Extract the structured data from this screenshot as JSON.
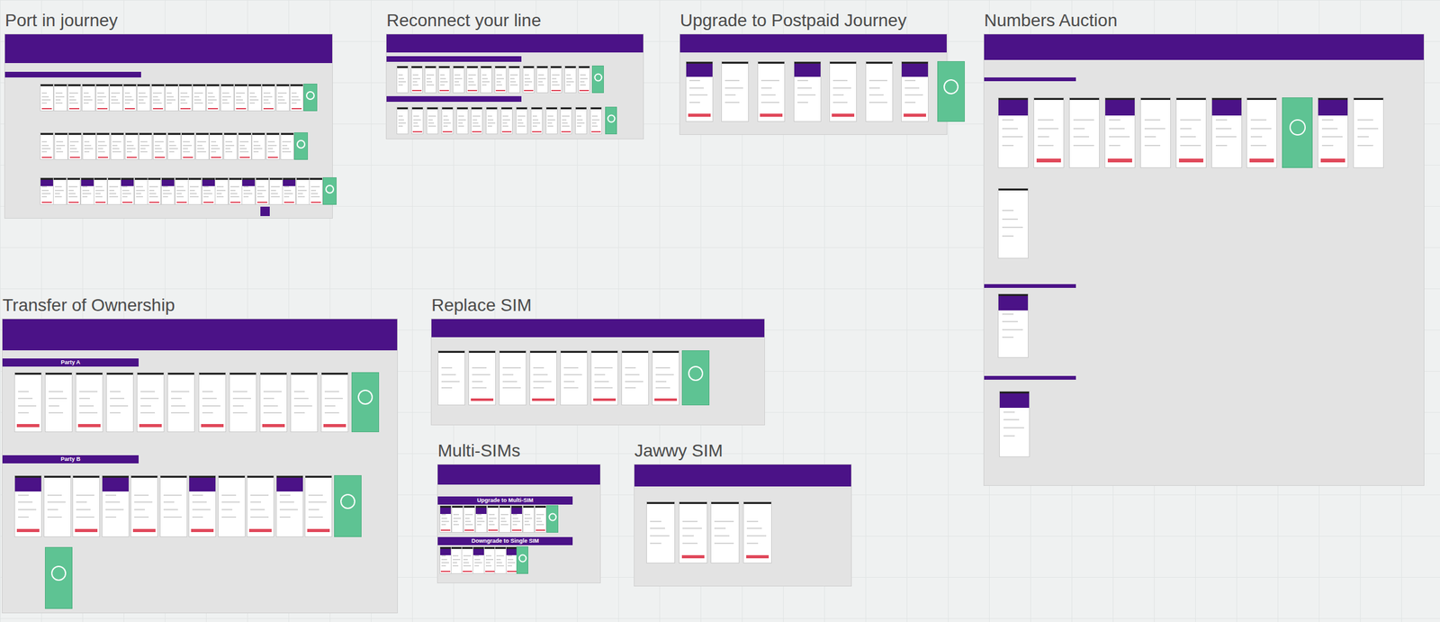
{
  "diagram": {
    "nodes": [
      {
        "text": [
          "Port in journey"
        ]
      },
      {
        "text": [
          "Reconnect your line"
        ]
      },
      {
        "text": [
          "Upgrade to Postpaid Journey"
        ]
      },
      {
        "text": [
          "Numbers Auction"
        ]
      },
      {
        "text": [
          "Transfer of Ownership"
        ]
      },
      {
        "text": [
          "Party A"
        ],
        "in": 4
      },
      {
        "text": [
          "Party B"
        ],
        "in": 4
      },
      {
        "text": [
          "Replace SIM"
        ]
      },
      {
        "text": [
          "Multi-SIMs"
        ]
      },
      {
        "text": [
          "Upgrade to Multi-SIM"
        ],
        "in": 8
      },
      {
        "text": [
          "Downgrade to Single SIM"
        ],
        "in": 8
      },
      {
        "text": [
          "Jawwy SIM"
        ]
      }
    ]
  }
}
